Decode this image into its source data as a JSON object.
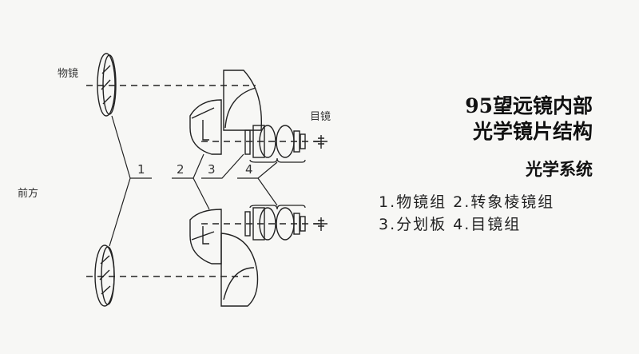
{
  "labels": {
    "objective": "物镜",
    "front": "前方",
    "eyepiece": "目镜",
    "n1": "1",
    "n2": "2",
    "n3": "3",
    "n4": "4"
  },
  "title": {
    "line1": "95望远镜内部",
    "line2": "光学镜片结构"
  },
  "subtitle": "光学系统",
  "legend": {
    "line1": "1.物镜组 2.转象棱镜组",
    "line2": "3.分划板 4.目镜组"
  }
}
